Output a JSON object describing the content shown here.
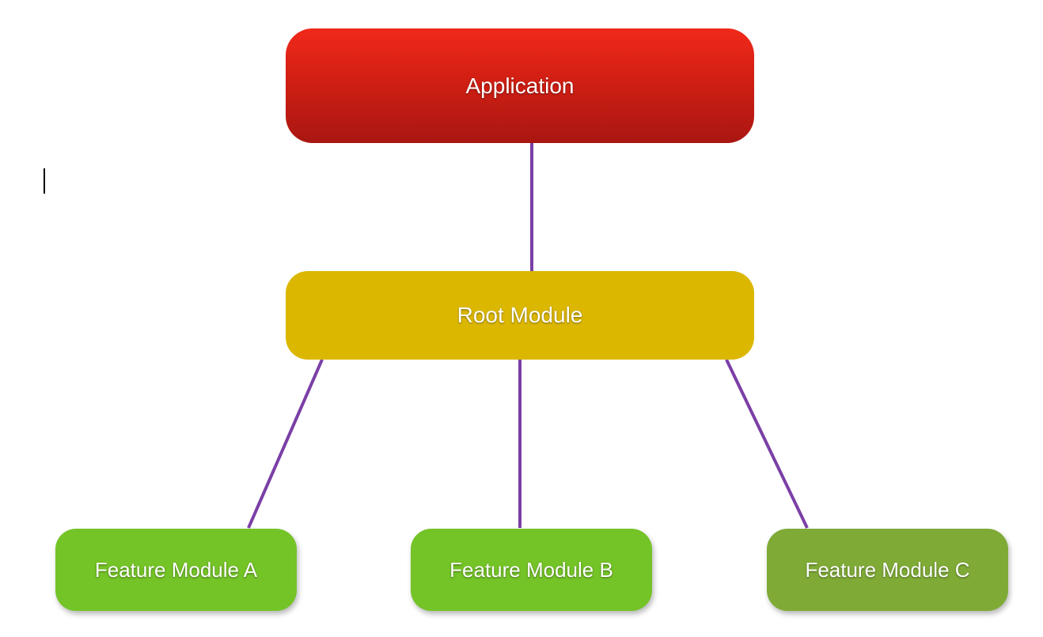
{
  "nodes": {
    "application": "Application",
    "root_module": "Root Module",
    "feature_a": "Feature Module A",
    "feature_b": "Feature Module B",
    "feature_c": "Feature Module C"
  },
  "colors": {
    "application": "#d11f13",
    "root_module": "#dcb700",
    "feature_a": "#74c327",
    "feature_b": "#74c327",
    "feature_c": "#7faa36",
    "connector": "#7b3fa6"
  }
}
